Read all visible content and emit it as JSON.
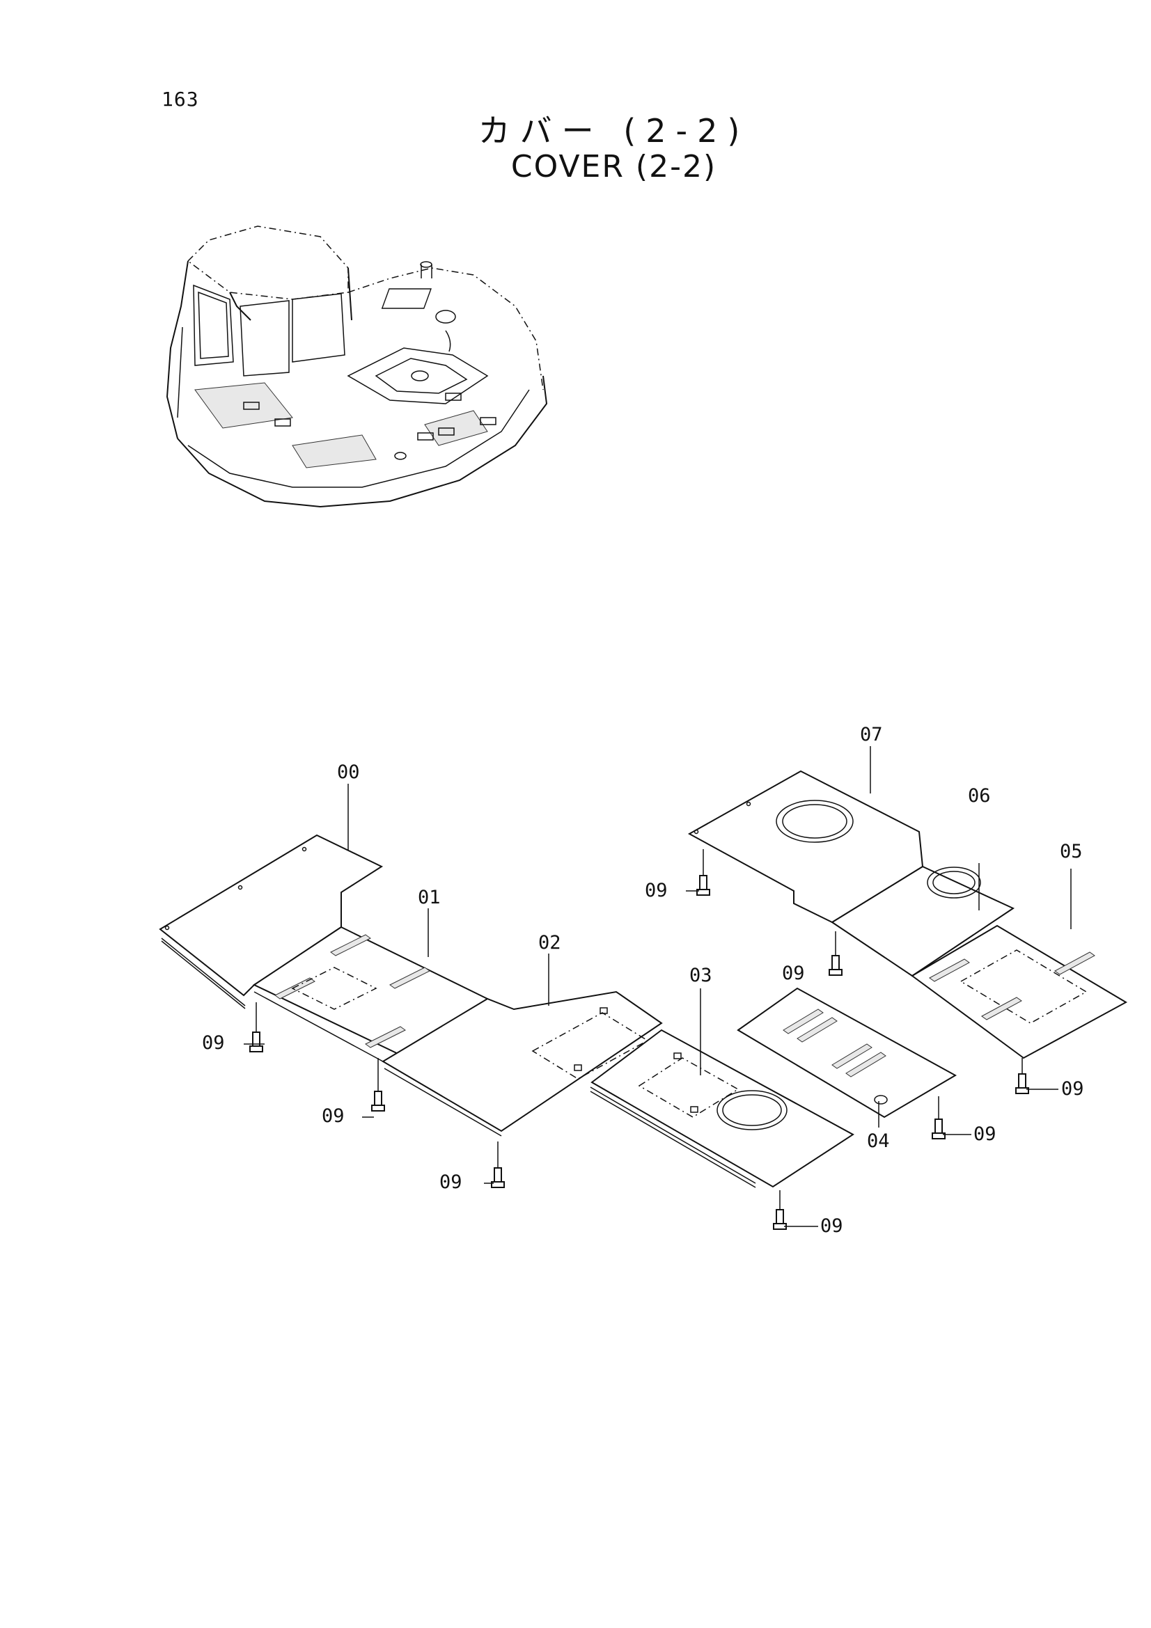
{
  "page_number": "163",
  "title_jp": "カバー (2-2)",
  "title_en": "COVER (2-2)",
  "callouts": {
    "c00": "00",
    "c01": "01",
    "c02": "02",
    "c03": "03",
    "c04": "04",
    "c05": "05",
    "c06": "06",
    "c07": "07",
    "c09a": "09",
    "c09b": "09",
    "c09c": "09",
    "c09d": "09",
    "c09e": "09",
    "c09f": "09",
    "c09g": "09",
    "c09h": "09"
  }
}
